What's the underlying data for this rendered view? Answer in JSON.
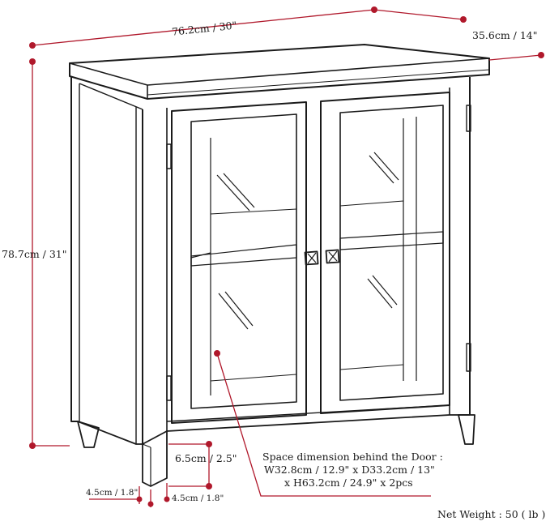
{
  "dimensions": {
    "width": "76.2cm / 30\"",
    "depth": "35.6cm / 14\"",
    "height": "78.7cm / 31\"",
    "leg_height": "6.5cm / 2.5\"",
    "leg_width_left": "4.5cm / 1.8\"",
    "leg_width_right": "4.5cm / 1.8\""
  },
  "note": {
    "line1": "Space dimension behind the Door :",
    "line2": "W32.8cm / 12.9\" x D33.2cm / 13\"",
    "line3": "x H63.2cm / 24.9\" x 2pcs"
  },
  "weight": "Net Weight : 50 ( lb )",
  "colors": {
    "dimension_line": "#b0182b",
    "outline": "#1a1a1a"
  }
}
